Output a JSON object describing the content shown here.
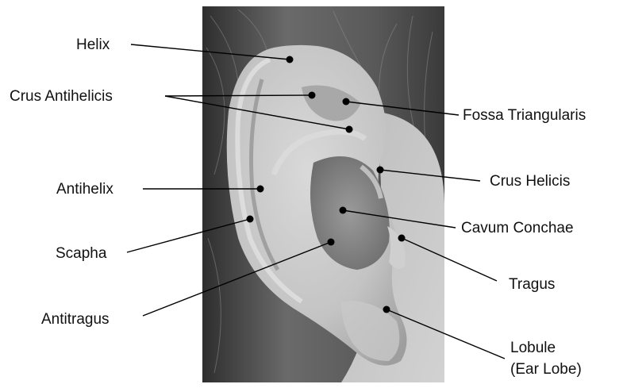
{
  "labels": {
    "helix": "Helix",
    "crus_antihelicis": "Crus Antihelicis",
    "fossa_triangularis": "Fossa Triangularis",
    "antihelix": "Antihelix",
    "crus_helicis": "Crus Helicis",
    "cavum_conchae": "Cavum Conchae",
    "scapha": "Scapha",
    "tragus": "Tragus",
    "antitragus": "Antitragus",
    "lobule_line1": "Lobule",
    "lobule_line2": "(Ear Lobe)"
  },
  "colors": {
    "background": "#ffffff",
    "text": "#111111",
    "leader_line": "#000000",
    "marker_dot": "#000000"
  }
}
